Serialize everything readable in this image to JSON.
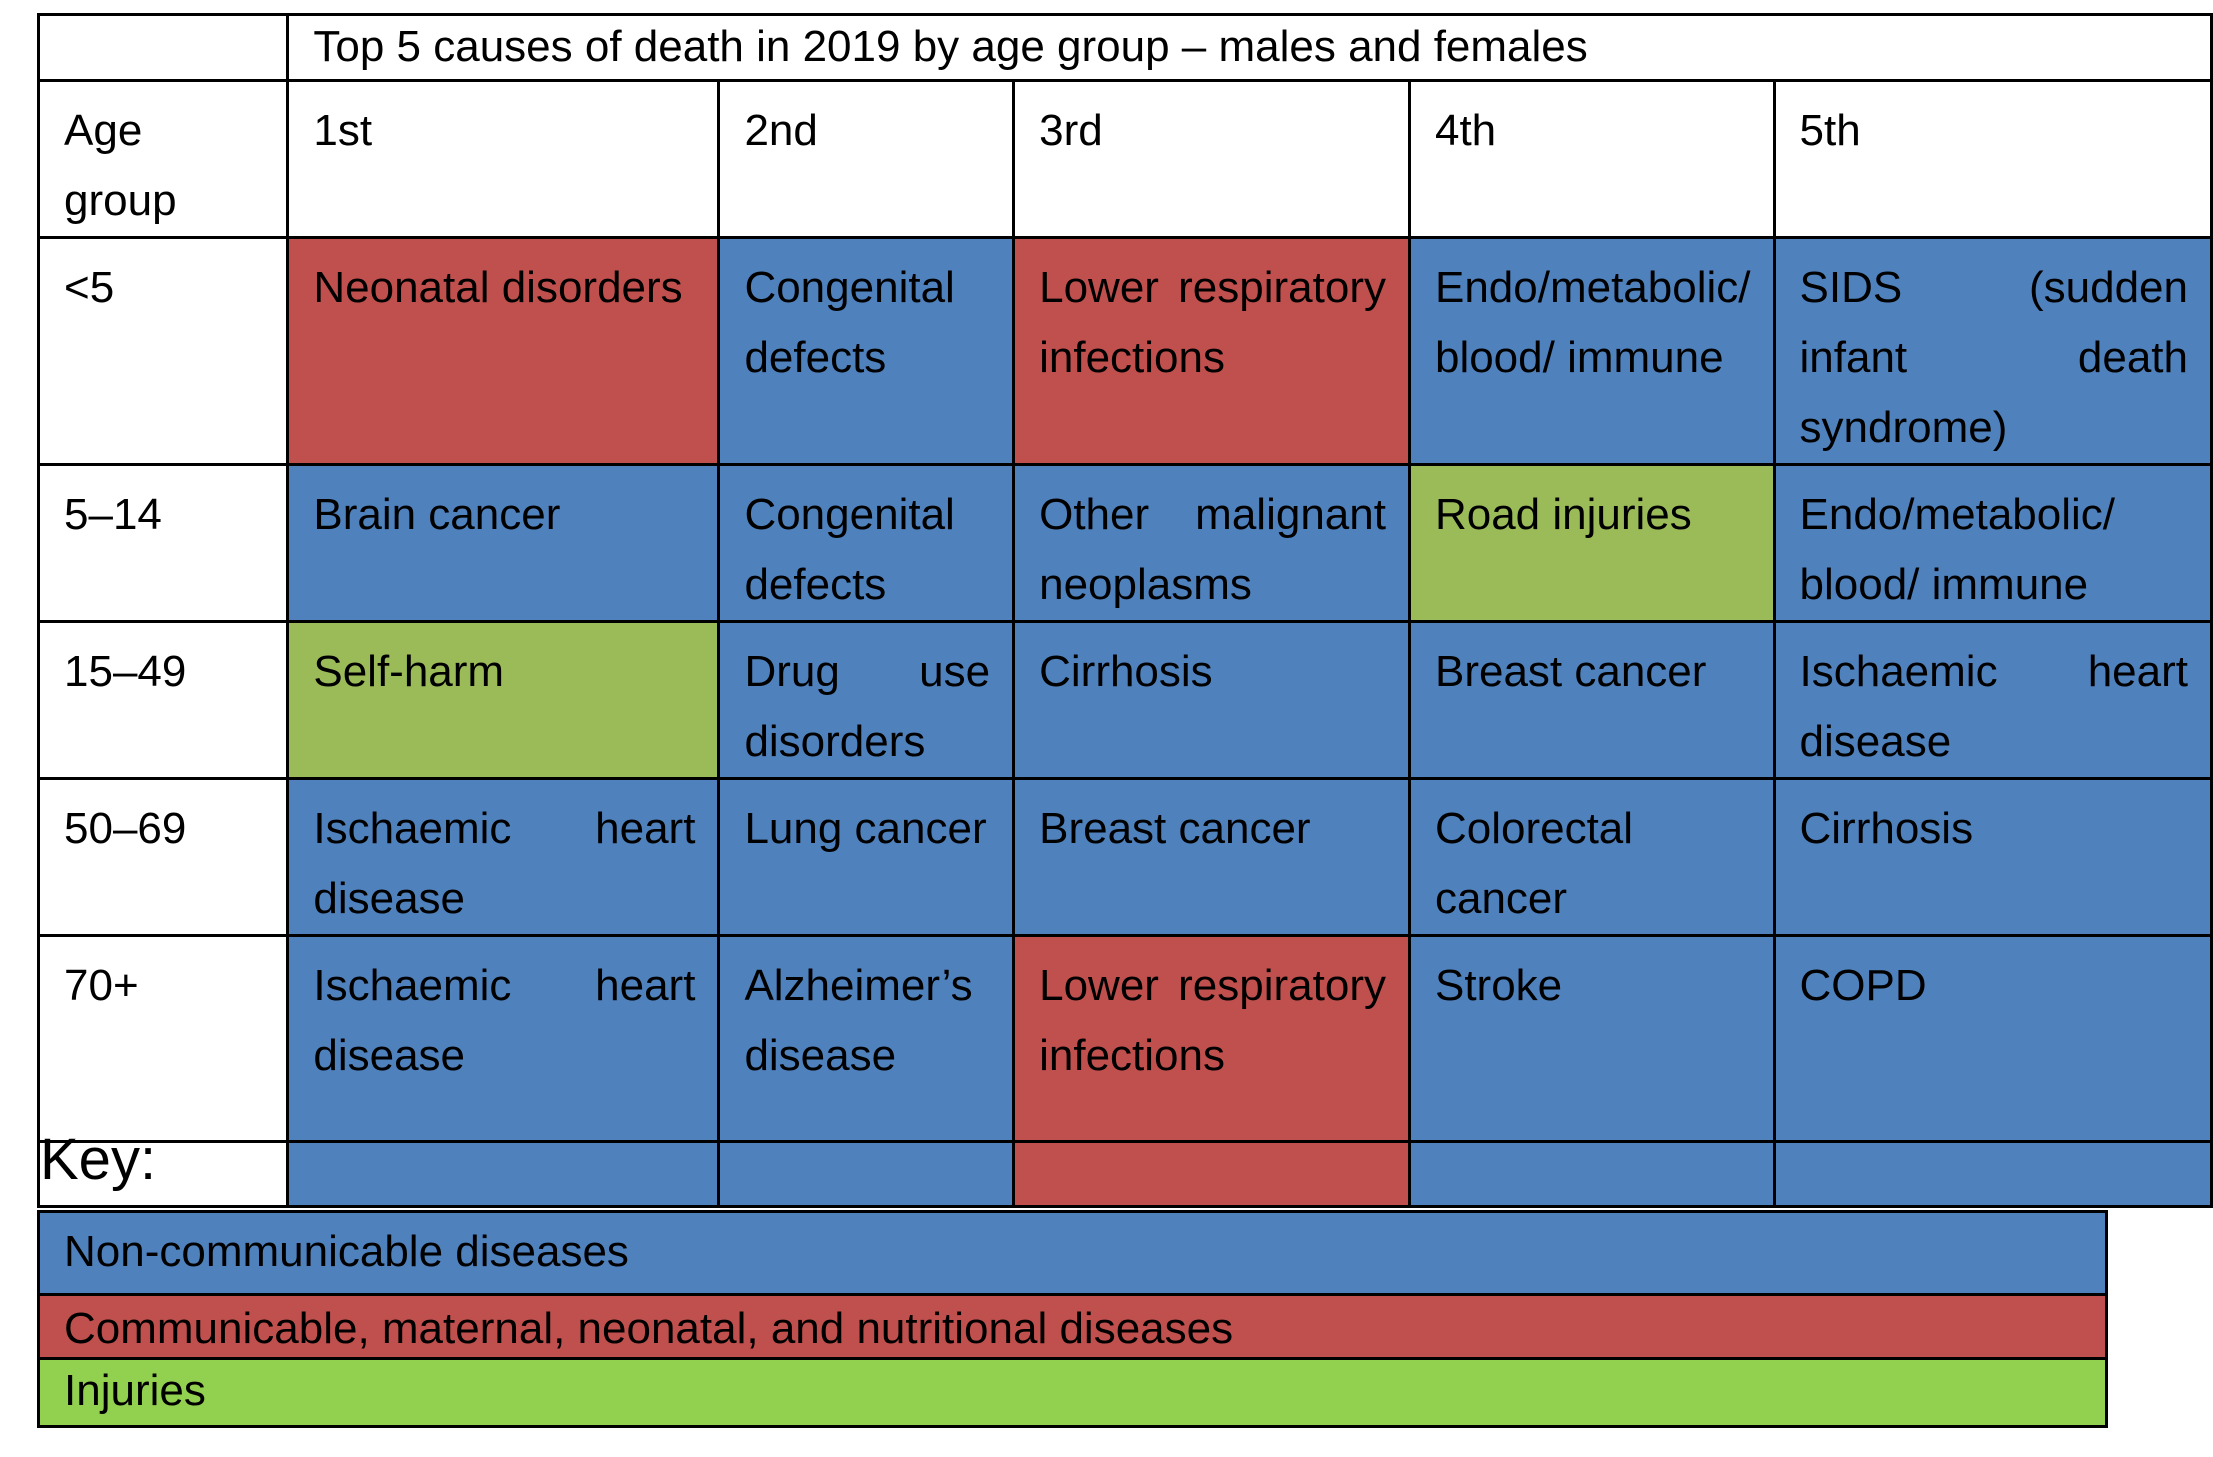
{
  "table": {
    "title": "Top 5 causes of death in 2019 by age group – males and females",
    "headers": [
      "Age group",
      "1st",
      "2nd",
      "3rd",
      "4th",
      "5th"
    ],
    "rows": [
      {
        "age": "<5",
        "cells": [
          {
            "text": "Neonatal disorders",
            "category": "communicable"
          },
          {
            "text": "Congenital defects",
            "category": "non-communicable"
          },
          {
            "text": "Lower respiratory infections",
            "category": "communicable"
          },
          {
            "text": "Endo/metabolic/ blood/ immune",
            "category": "non-communicable"
          },
          {
            "text": "SIDS (sudden infant death syndrome)",
            "category": "non-communicable"
          }
        ]
      },
      {
        "age": "5–14",
        "cells": [
          {
            "text": "Brain cancer",
            "category": "non-communicable"
          },
          {
            "text": "Congenital defects",
            "category": "non-communicable"
          },
          {
            "text": "Other malignant neoplasms",
            "category": "non-communicable"
          },
          {
            "text": "Road injuries",
            "category": "injuries"
          },
          {
            "text": "Endo/metabolic/ blood/ immune",
            "category": "non-communicable"
          }
        ]
      },
      {
        "age": "15–49",
        "cells": [
          {
            "text": "Self-harm",
            "category": "injuries"
          },
          {
            "text": "Drug use disorders",
            "category": "non-communicable"
          },
          {
            "text": "Cirrhosis",
            "category": "non-communicable"
          },
          {
            "text": "Breast cancer",
            "category": "non-communicable"
          },
          {
            "text": "Ischaemic heart disease",
            "category": "non-communicable"
          }
        ]
      },
      {
        "age": "50–69",
        "cells": [
          {
            "text": "Ischaemic heart disease",
            "category": "non-communicable"
          },
          {
            "text": "Lung cancer",
            "category": "non-communicable"
          },
          {
            "text": "Breast cancer",
            "category": "non-communicable"
          },
          {
            "text": "Colorectal cancer",
            "category": "non-communicable"
          },
          {
            "text": "Cirrhosis",
            "category": "non-communicable"
          }
        ]
      },
      {
        "age": "70+",
        "cells": [
          {
            "text": "Ischaemic heart disease",
            "category": "non-communicable"
          },
          {
            "text": "Alzheimer’s disease",
            "category": "non-communicable"
          },
          {
            "text": "Lower respiratory infections",
            "category": "communicable"
          },
          {
            "text": "Stroke",
            "category": "non-communicable"
          },
          {
            "text": "COPD",
            "category": "non-communicable"
          }
        ]
      },
      {
        "age": "",
        "cells": [
          {
            "text": "",
            "category": "non-communicable"
          },
          {
            "text": "",
            "category": "non-communicable"
          },
          {
            "text": "",
            "category": "communicable"
          },
          {
            "text": "",
            "category": "non-communicable"
          },
          {
            "text": "",
            "category": "non-communicable"
          }
        ]
      }
    ]
  },
  "key": {
    "label": "Key:",
    "items": [
      {
        "label": "Non-communicable diseases",
        "category": "non-communicable",
        "color": "#4f81bd"
      },
      {
        "label": "Communicable, maternal, neonatal, and nutritional diseases",
        "category": "communicable",
        "color": "#c0504d"
      },
      {
        "label": "Injuries",
        "category": "injuries",
        "color": "#92d050"
      }
    ]
  }
}
